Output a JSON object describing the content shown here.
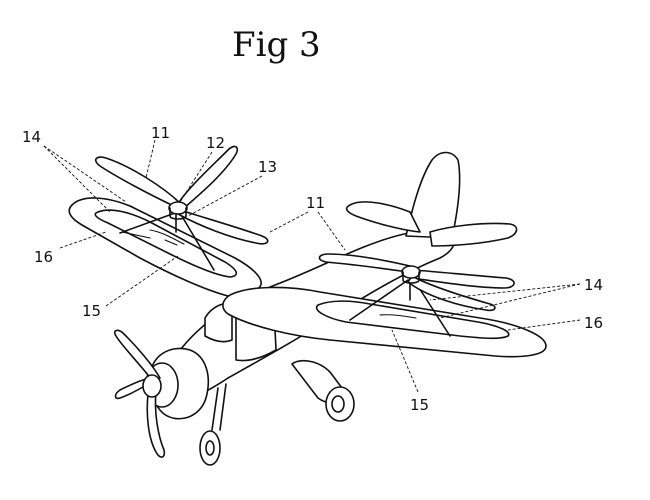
{
  "figure": {
    "title": "Fig 3",
    "labels": {
      "l14_left": "14",
      "l11_left": "11",
      "l12": "12",
      "l13": "13",
      "l11_center": "11",
      "l16_left": "16",
      "l15_left": "15",
      "l14_right": "14",
      "l16_right": "16",
      "l15_right": "15"
    }
  }
}
